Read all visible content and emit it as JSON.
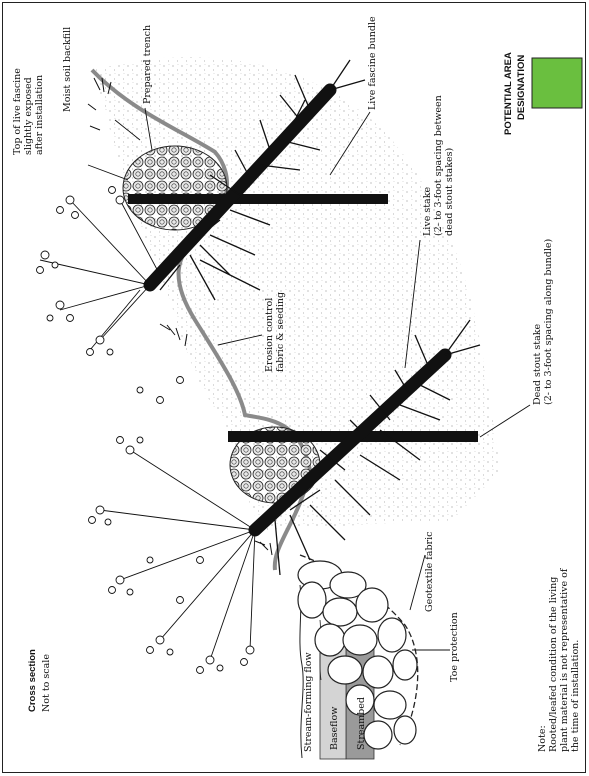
{
  "header": {
    "title": "Cross section",
    "subtitle": "Not to scale"
  },
  "legend": {
    "title_line1": "POTENTIAL AREA",
    "title_line2": "DESIGNATION",
    "swatch_color": "#6abf3f"
  },
  "labels": {
    "top_fascine_1": "Top of live fascine",
    "top_fascine_2": "slightly exposed",
    "top_fascine_3": "after installation",
    "moist_soil": "Moist soil backfill",
    "prepared_trench": "Prepared trench",
    "live_fascine_bundle": "Live fascine bundle",
    "live_stake_1": "Live stake",
    "live_stake_2": "(2- to 3-foot spacing between",
    "live_stake_3": "dead stout stakes)",
    "erosion_1": "Erosion control",
    "erosion_2": "fabric & seeding",
    "dead_stout_1": "Dead stout stake",
    "dead_stout_2": "(2- to 3-foot spacing along bundle)",
    "geotextile": "Geotextile fabric",
    "toe_protection": "Toe protection",
    "stream_forming_flow": "Stream-forming flow",
    "baseflow": "Baseflow",
    "streambed": "Streambed",
    "note_1": "Note:",
    "note_2": "Rooted/leafed condition of the living",
    "note_3": "plant material is not representative of",
    "note_4": "the time of installation."
  },
  "colors": {
    "line": "#111111",
    "fabric": "#8a8a8a",
    "streambed": "#9a9a9a",
    "baseflow": "#d4d4d4",
    "soil_dots": "#9b9b9b"
  }
}
